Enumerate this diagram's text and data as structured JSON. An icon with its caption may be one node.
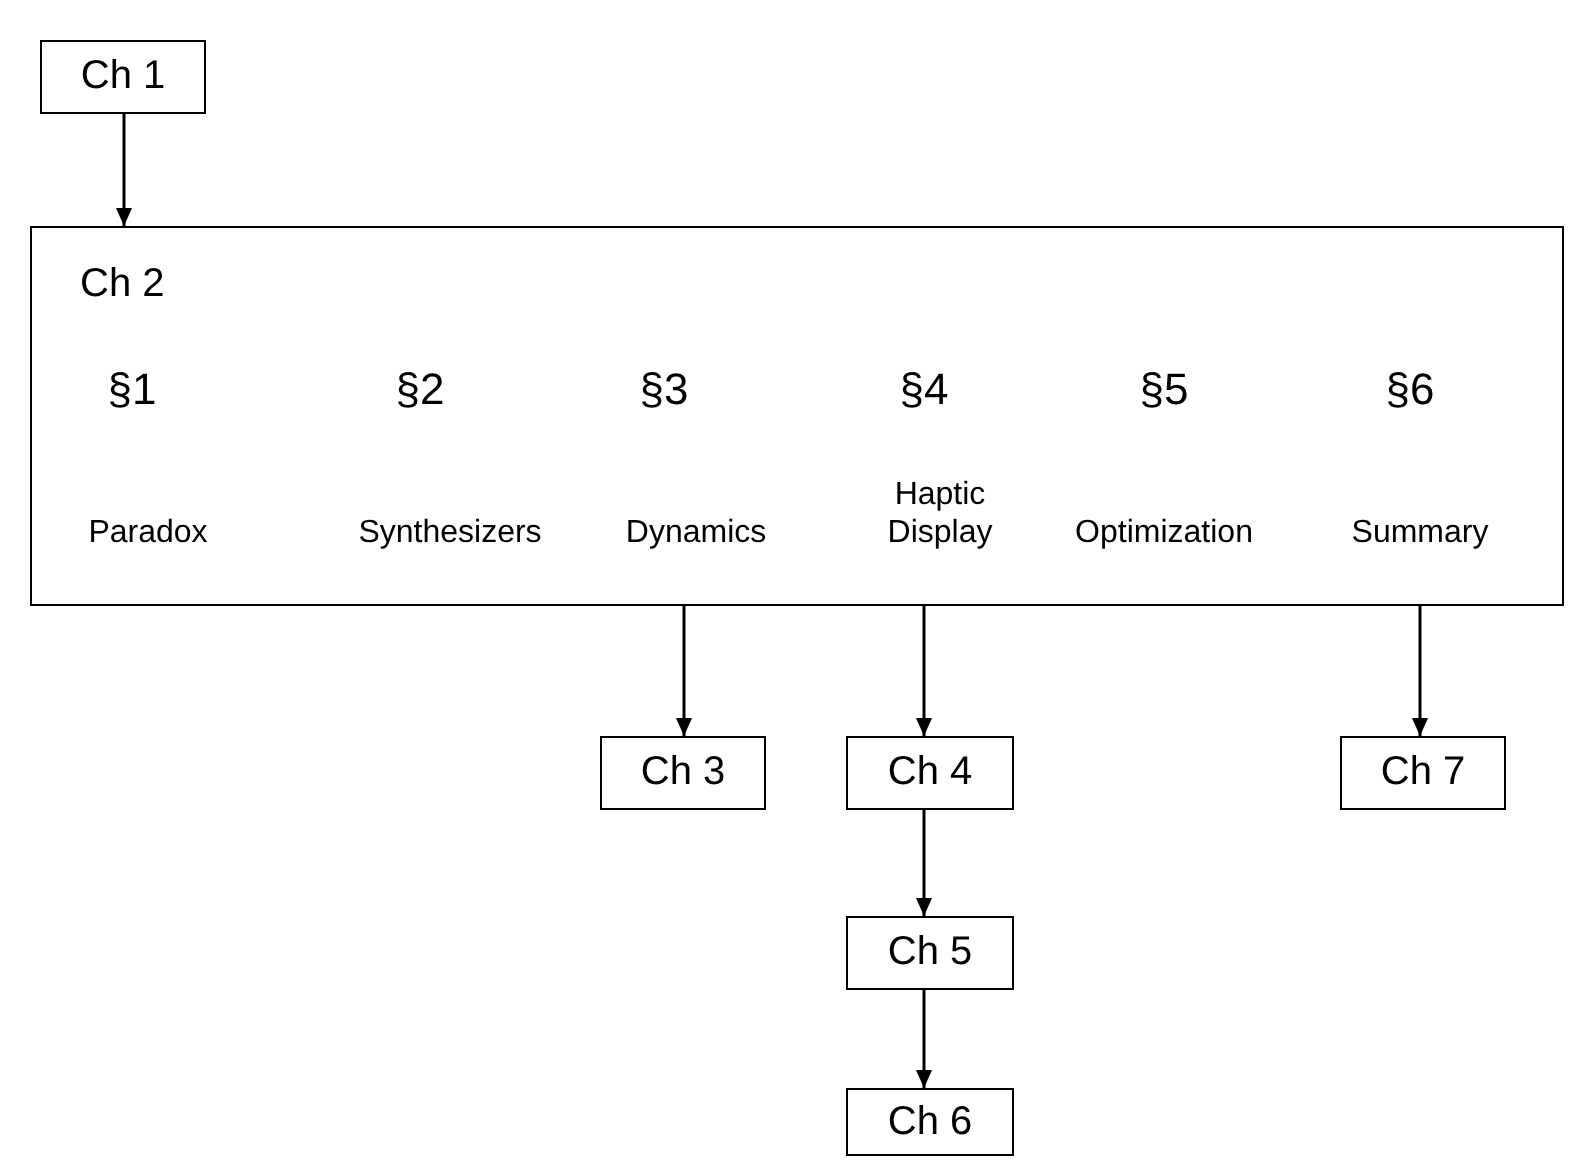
{
  "diagram": {
    "nodes": [
      {
        "text": [
          "Ch 1"
        ]
      },
      {
        "text": [
          "Ch 2"
        ]
      },
      {
        "text": [
          "Ch 3"
        ]
      },
      {
        "text": [
          "Ch 4"
        ]
      },
      {
        "text": [
          "Ch 5"
        ]
      },
      {
        "text": [
          "Ch 6"
        ]
      },
      {
        "text": [
          "Ch 7"
        ]
      }
    ],
    "edges": [
      {
        "from": 0,
        "to": 1,
        "arrow": "to"
      },
      {
        "from": 1,
        "to": 2,
        "arrow": "to"
      },
      {
        "from": 1,
        "to": 3,
        "arrow": "to"
      },
      {
        "from": 1,
        "to": 6,
        "arrow": "to"
      },
      {
        "from": 3,
        "to": 4,
        "arrow": "to"
      },
      {
        "from": 4,
        "to": 5,
        "arrow": "to"
      }
    ],
    "labels": [
      "§1",
      "§2",
      "§3",
      "§4",
      "§5",
      "§6",
      "Paradox",
      "Synthesizers",
      "Dynamics",
      "Haptic Display",
      "Optimization",
      "Summary"
    ]
  }
}
